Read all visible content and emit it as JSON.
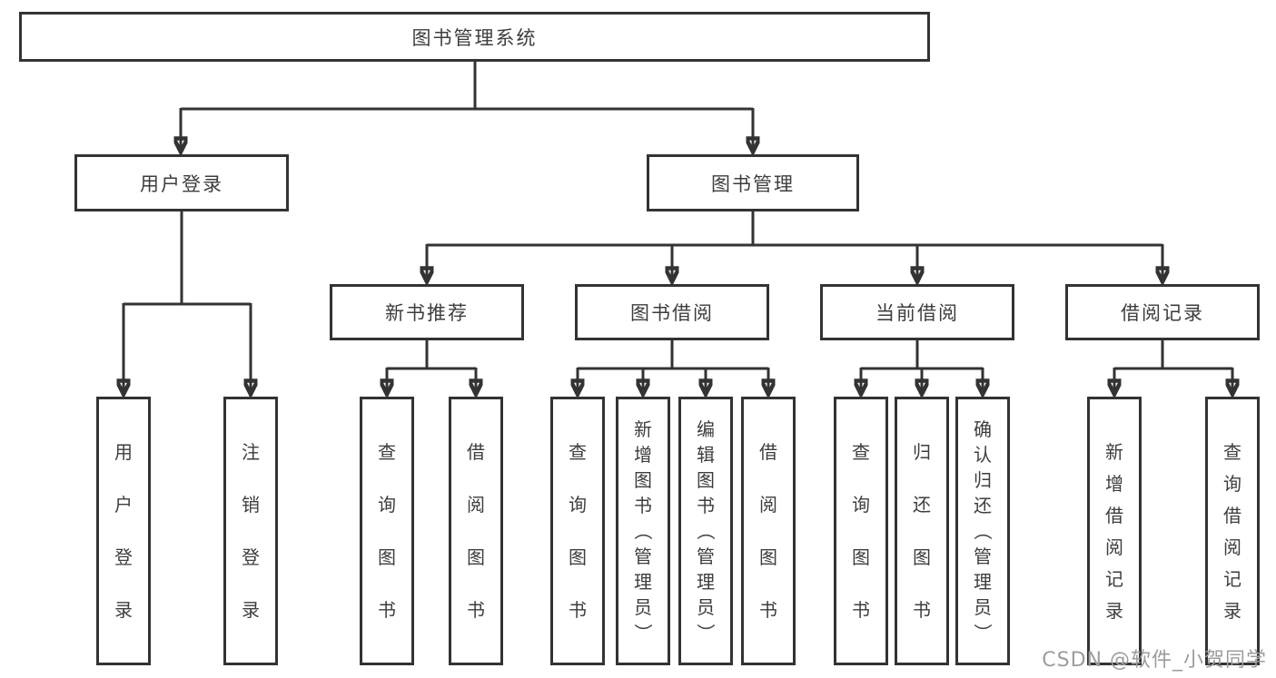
{
  "colors": {
    "line": "#333333",
    "box_border": "#333333",
    "text": "#3d3d3d",
    "background": "#ffffff",
    "watermark": "#9c9c9c"
  },
  "watermark": "CSDN @软件_小贺同学",
  "tree": {
    "label": "图书管理系统",
    "children": [
      {
        "label": "用户登录",
        "children": [
          {
            "label": "用户登录"
          },
          {
            "label": "注销登录"
          }
        ]
      },
      {
        "label": "图书管理",
        "children": [
          {
            "label": "新书推荐",
            "children": [
              {
                "label": "查询图书"
              },
              {
                "label": "借阅图书"
              }
            ]
          },
          {
            "label": "图书借阅",
            "children": [
              {
                "label": "查询图书"
              },
              {
                "label": "新增图书（管理员）"
              },
              {
                "label": "编辑图书（管理员）"
              },
              {
                "label": "借阅图书"
              }
            ]
          },
          {
            "label": "当前借阅",
            "children": [
              {
                "label": "查询图书"
              },
              {
                "label": "归还图书"
              },
              {
                "label": "确认归还（管理员）"
              }
            ]
          },
          {
            "label": "借阅记录",
            "children": [
              {
                "label": "新增借阅记录"
              },
              {
                "label": "查询借阅记录"
              }
            ]
          }
        ]
      }
    ]
  }
}
